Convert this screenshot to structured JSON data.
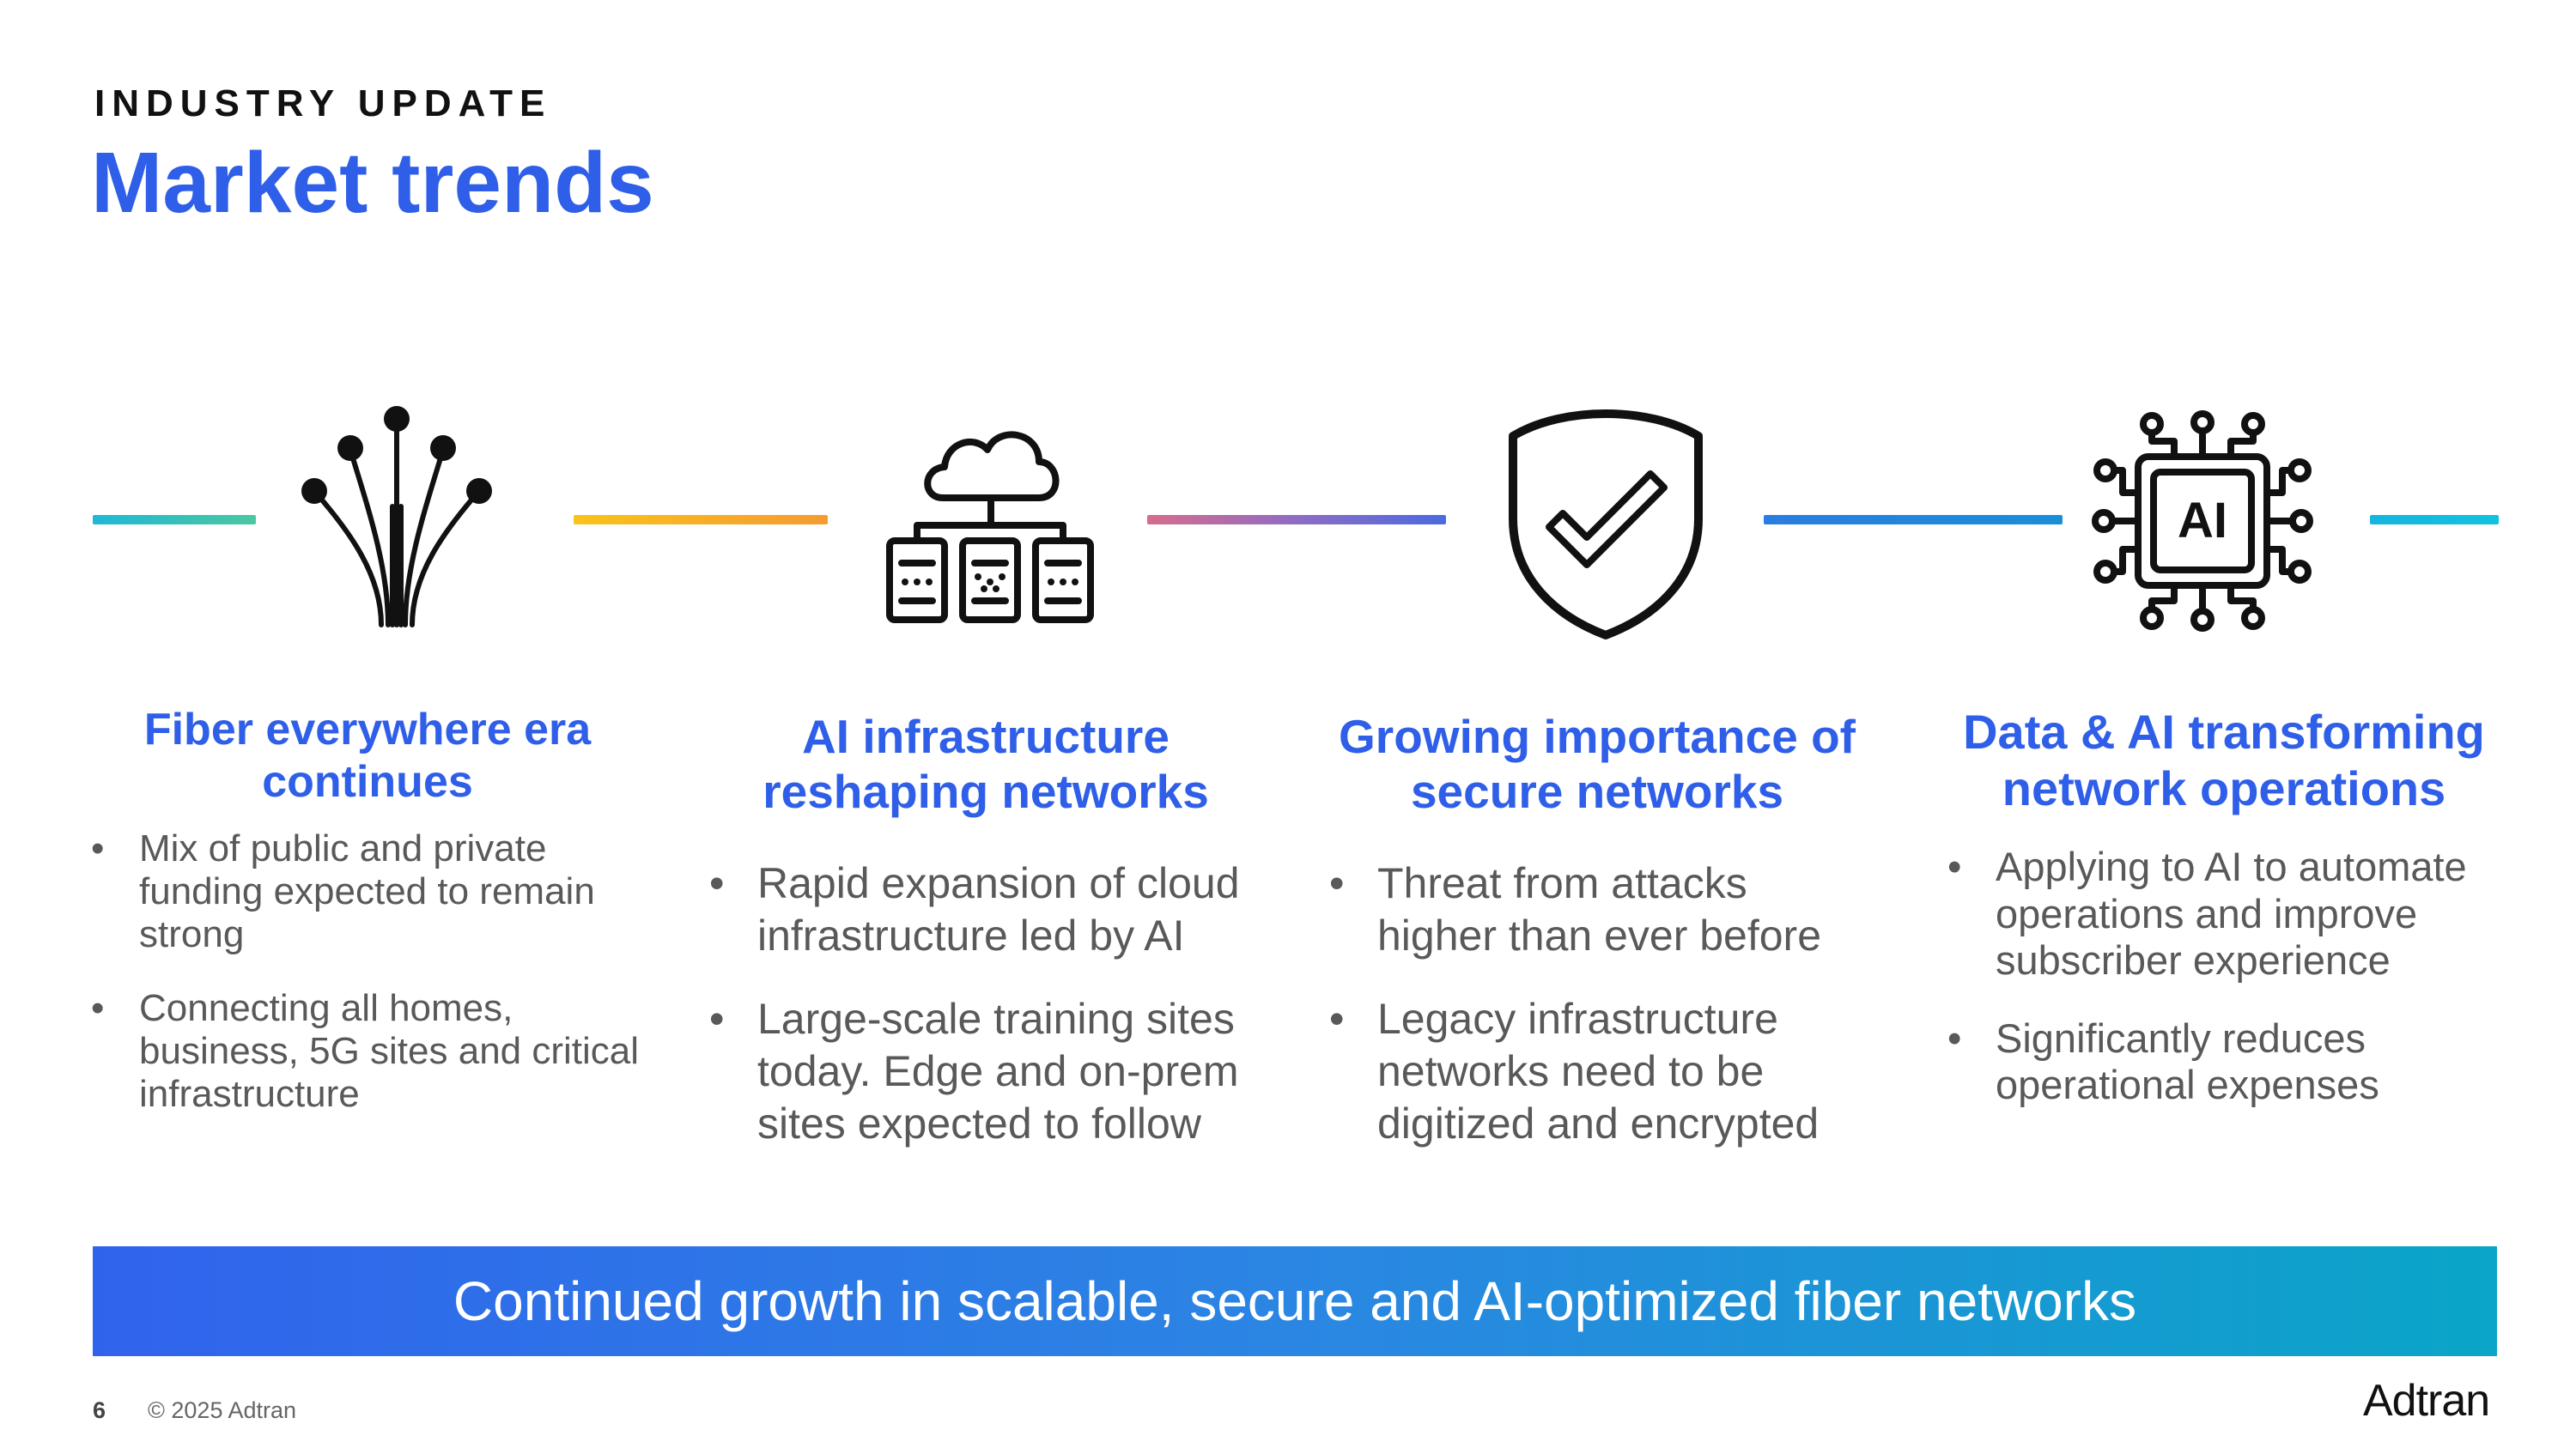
{
  "header": {
    "eyebrow": "INDUSTRY UPDATE",
    "title": "Market trends"
  },
  "colors": {
    "accent": "#2f5fe8",
    "body_text": "#595959",
    "line_teal": "#28c4c9",
    "line_orange": "#f7a826",
    "line_pink_to_blue": "#d36a8a",
    "line_blue": "#1a78d6",
    "line_cyan": "#11b8dd"
  },
  "trends": [
    {
      "icon": "fiber-icon",
      "heading": "Fiber everywhere era continues",
      "bullets": [
        "Mix of public and private funding expected to remain strong",
        "Connecting all homes, business, 5G sites and critical infrastructure"
      ]
    },
    {
      "icon": "cloud-servers-icon",
      "heading": "AI infrastructure reshaping networks",
      "bullets": [
        "Rapid expansion of cloud infrastructure led by AI",
        "Large-scale training sites today. Edge and on-prem sites expected to follow"
      ]
    },
    {
      "icon": "shield-check-icon",
      "heading": "Growing importance of secure networks",
      "bullets": [
        "Threat from attacks higher than ever before",
        "Legacy infrastructure networks need to be digitized and encrypted"
      ]
    },
    {
      "icon": "ai-chip-icon",
      "heading": "Data & AI transforming network operations",
      "bullets": [
        "Applying to AI to automate operations and improve subscriber experience",
        "Significantly reduces operational expenses"
      ]
    }
  ],
  "chip_label": "AI",
  "banner": {
    "text": "Continued growth in scalable, secure and AI-optimized fiber networks"
  },
  "footer": {
    "page_number": "6",
    "copyright": "© 2025 Adtran",
    "logo": "Adtran"
  }
}
